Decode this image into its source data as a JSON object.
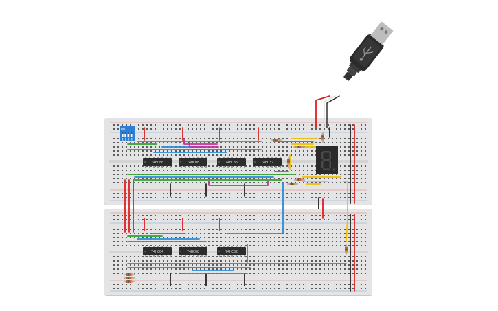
{
  "colors": {
    "background": "#ffffff",
    "board": "#e4e4e4",
    "board_shadow": "#c9c9c9",
    "hole": "#5a5a5a",
    "rail_red": "#d83a3a",
    "rail_blue": "#3f7fd0",
    "wire_red": "#e02020",
    "wire_blue": "#2a8ad8",
    "wire_green": "#2fa02f",
    "wire_yellow": "#f0c000",
    "wire_magenta": "#c8309a",
    "wire_black": "#222222",
    "wire_white": "#dddddd",
    "chip": "#2c2c2c",
    "usb_body": "#2b2b2b",
    "usb_metal": "#bdbdbd",
    "dip_switch": "#2d7fd6",
    "display_body": "#2a2a2a",
    "display_segment": "#4a4a4a"
  },
  "top_board": {
    "dip_switch": {
      "label": "ON",
      "positions": [
        "1",
        "2",
        "3",
        "4"
      ],
      "icon": "dip-switch-icon"
    },
    "chips": [
      "74HC86",
      "74HC08",
      "74HC86",
      "74HC32"
    ],
    "display": {
      "icon": "seven-segment-display-icon"
    }
  },
  "bottom_board": {
    "chips": [
      "74HC04",
      "74HC08",
      "74HC32"
    ]
  },
  "usb_cable": {
    "icon": "usb-plug-icon"
  }
}
